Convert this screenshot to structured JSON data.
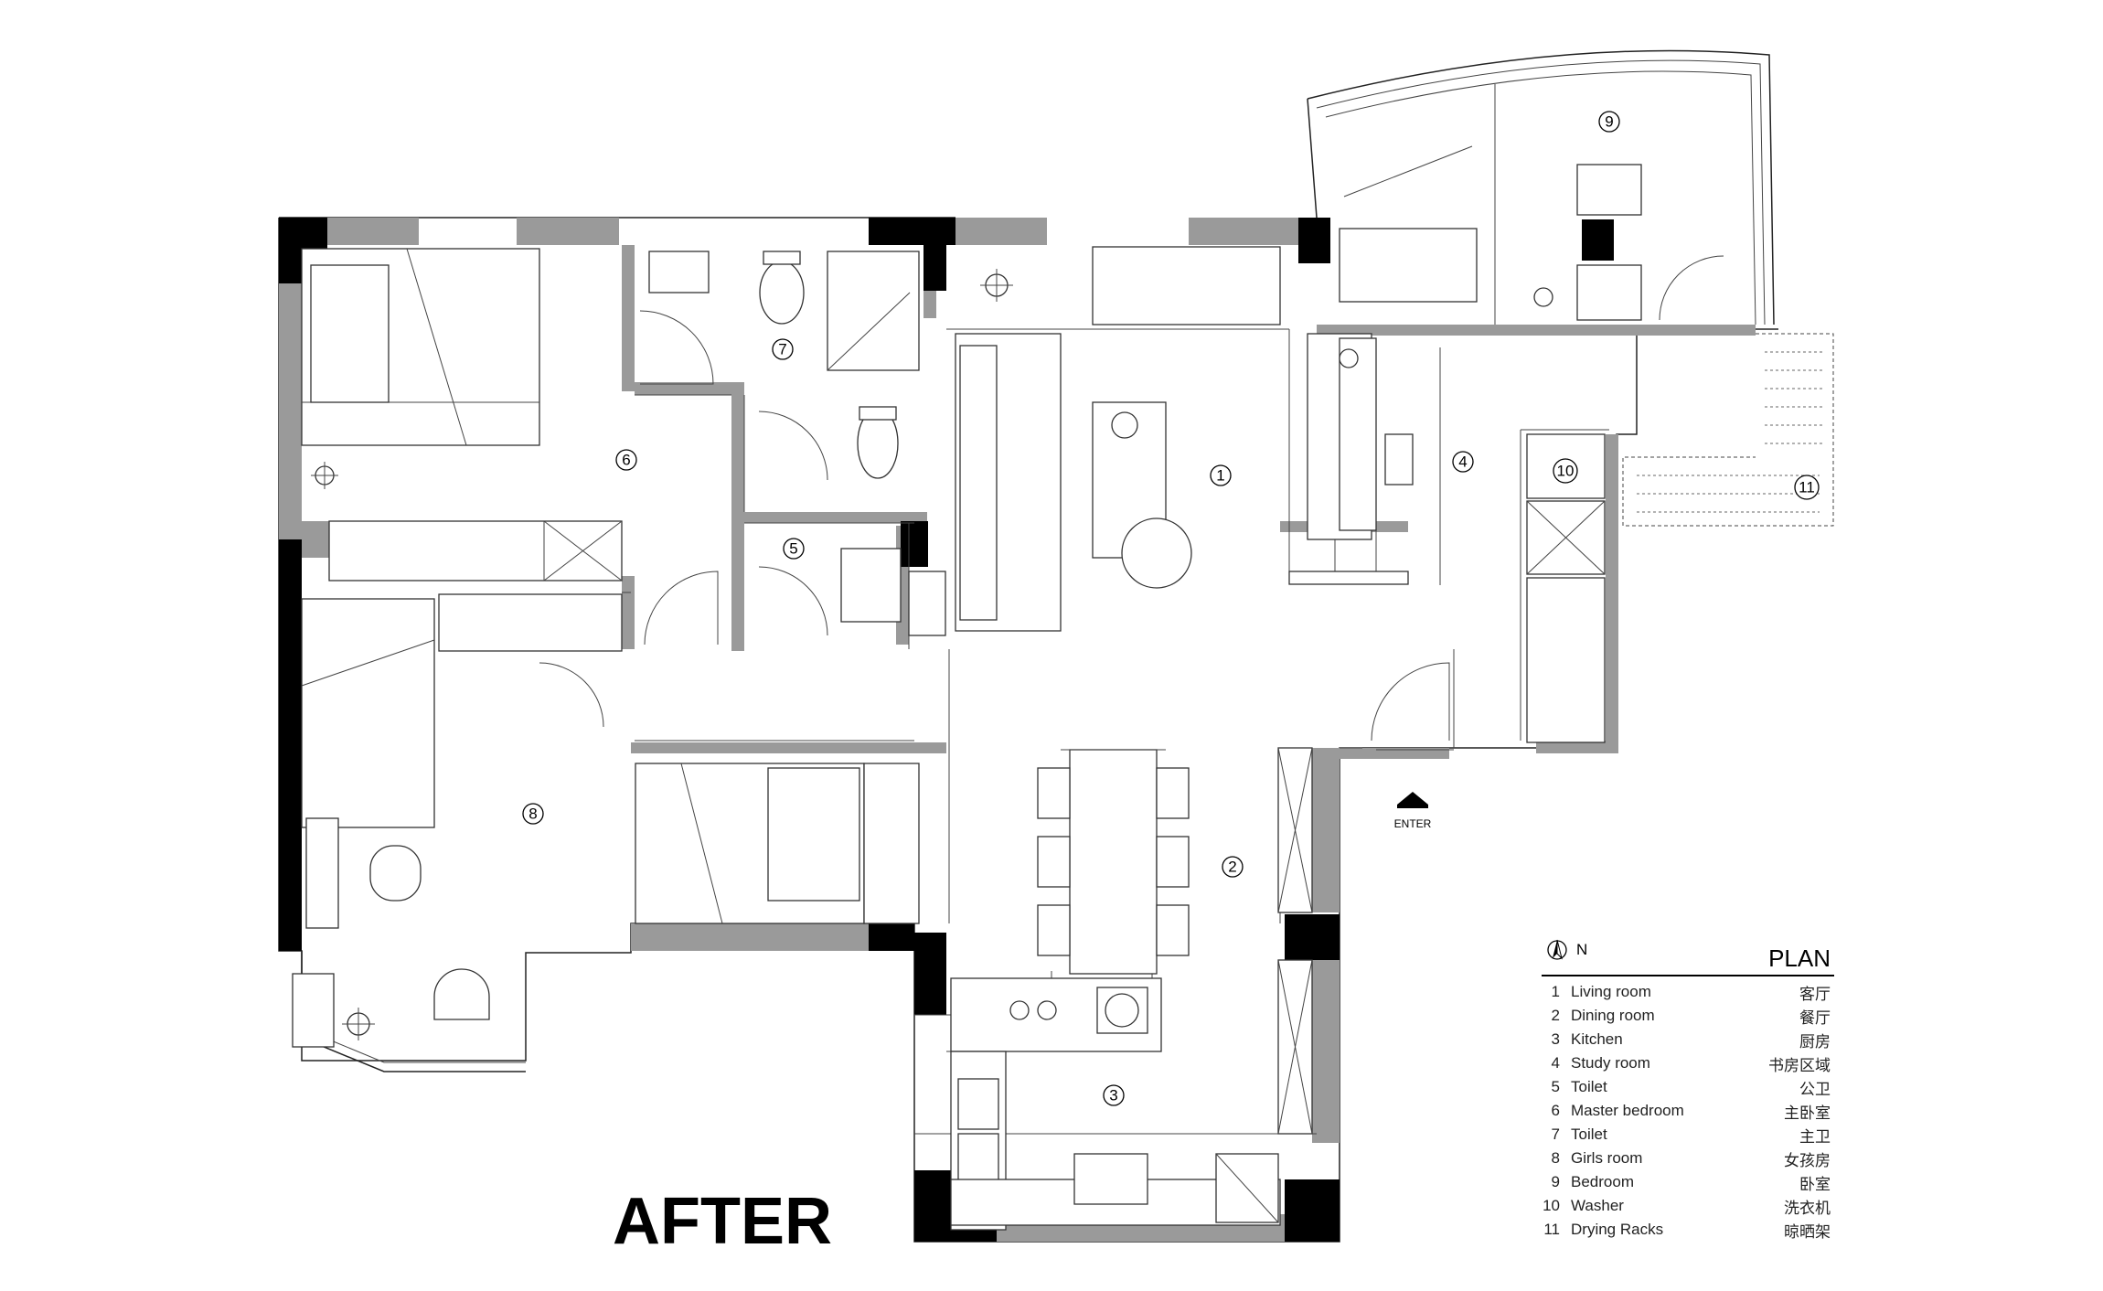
{
  "plan": {
    "title": "AFTER",
    "enter_label": "ENTER",
    "legend_title": "PLAN",
    "north_label": "N",
    "rooms": [
      {
        "num": "1",
        "en": "Living room",
        "cn": "客厅"
      },
      {
        "num": "2",
        "en": "Dining room",
        "cn": "餐厅"
      },
      {
        "num": "3",
        "en": "Kitchen",
        "cn": "厨房"
      },
      {
        "num": "4",
        "en": "Study room",
        "cn": "书房区域"
      },
      {
        "num": "5",
        "en": "Toilet",
        "cn": "公卫"
      },
      {
        "num": "6",
        "en": "Master bedroom",
        "cn": "主卧室"
      },
      {
        "num": "7",
        "en": "Toilet",
        "cn": "主卫"
      },
      {
        "num": "8",
        "en": "Girls room",
        "cn": "女孩房"
      },
      {
        "num": "9",
        "en": "Bedroom",
        "cn": "卧室"
      },
      {
        "num": "10",
        "en": "Washer",
        "cn": "洗衣机"
      },
      {
        "num": "11",
        "en": "Drying Racks",
        "cn": "晾晒架"
      }
    ]
  }
}
